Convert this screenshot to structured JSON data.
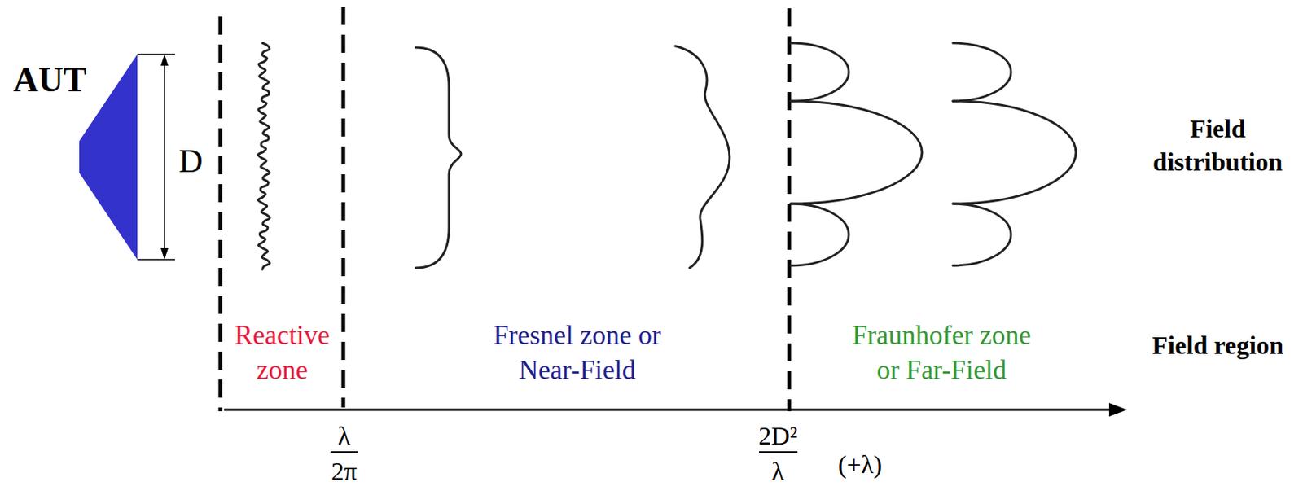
{
  "diagram": {
    "labels": [
      "AUT",
      "D",
      "Reactive zone",
      "Fresnel zone or Near-Field",
      "Fraunhofer zone or Far-Field",
      "Field distribution",
      "Field region",
      "λ",
      "2π",
      "2D²",
      "λ",
      "(+λ)"
    ]
  }
}
